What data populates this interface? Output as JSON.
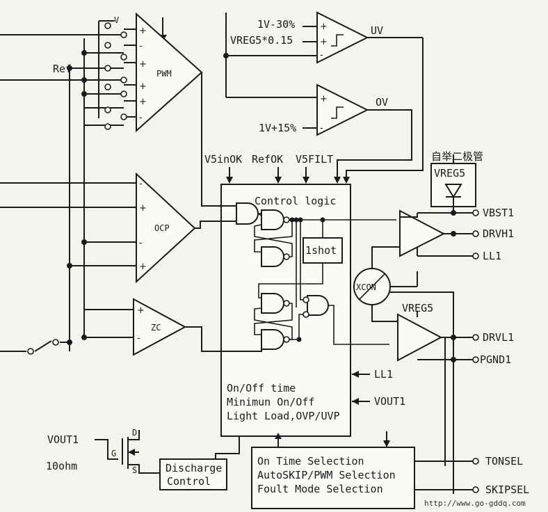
{
  "labels": {
    "pwm": "PWM",
    "ocp": "OCP",
    "zc": "ZC",
    "uv": "UV",
    "ov": "OV",
    "v": "V",
    "ref": "Ref",
    "uv_ref1": "1V-30%",
    "uv_ref2": "VREG5*0.15",
    "ov_ref": "1V+15%",
    "v5inok": "V5inOK",
    "refok": "RefOK",
    "v5filt": "V5FILT",
    "control_logic": "Control logic",
    "one_shot": "1shot",
    "xcon": "XCON",
    "bootstrap_diode": "自举二极管",
    "vreg5_top": "VREG5",
    "vreg5_low": "VREG5",
    "vbst1": "VBST1",
    "drvh1": "DRVH1",
    "ll1_right": "LL1",
    "drvl1": "DRVL1",
    "pgnd1": "PGND1",
    "ll1_in": "LL1",
    "vout1_in": "VOUT1",
    "timing_line1": "On/Off time",
    "timing_line2": "Minimun On/Off",
    "timing_line3": "Light Load,OVP/UVP",
    "vout1_left": "VOUT1",
    "ten_ohm": "10ohm",
    "pin_d": "D",
    "pin_g": "G",
    "pin_s": "S",
    "discharge_line1": "Discharge",
    "discharge_line2": "Control",
    "sel_line1": "On Time Selection",
    "sel_line2": "AutoSKIP/PWM Selection",
    "sel_line3": "Foult Mode Selection",
    "tonsel": "TONSEL",
    "skipsel": "SKIPSEL",
    "watermark": "http://www.go-gddq.com",
    "plus": "+",
    "minus": "-"
  }
}
